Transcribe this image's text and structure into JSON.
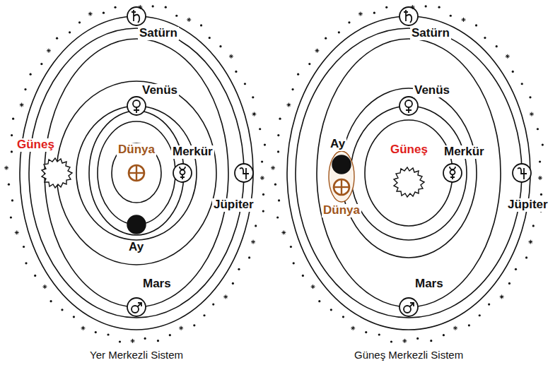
{
  "diagram": {
    "labels": [
      "Satürn",
      "Venüs",
      "Güneş",
      "Dünya",
      "Merkür",
      "Jüpiter",
      "Ay",
      "Mars",
      "Yer Merkezli Sistem",
      "Satürn",
      "Venüs",
      "Ay",
      "Güneş",
      "Merkür",
      "Jüpiter",
      "Dünya",
      "Mars",
      "Güneş Merkezli Sistem"
    ]
  }
}
